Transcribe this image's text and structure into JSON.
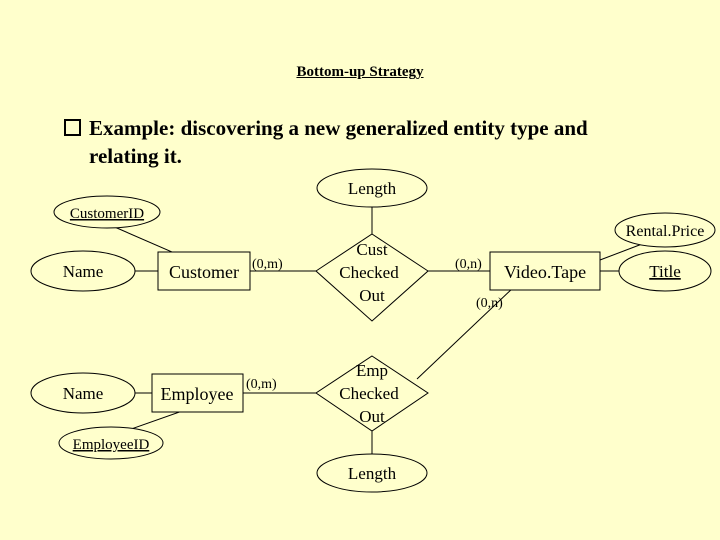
{
  "slide": {
    "title": "Bottom-up Strategy",
    "bullet_line1": "Example: discovering a new generalized entity type and",
    "bullet_line2": "relating it."
  },
  "diagram": {
    "entities": {
      "customer": "Customer",
      "employee": "Employee",
      "videotape": "Video.Tape"
    },
    "relationships": {
      "cust_checked_out": [
        "Cust",
        "Checked",
        "Out"
      ],
      "emp_checked_out": [
        "Emp",
        "Checked",
        "Out"
      ]
    },
    "attributes": {
      "customer_id": "CustomerID",
      "customer_name": "Name",
      "employee_name": "Name",
      "employee_id": "EmployeeID",
      "length_top": "Length",
      "length_bottom": "Length",
      "rental_price": "Rental.Price",
      "title": "Title"
    },
    "cardinalities": {
      "customer_rel": "(0,m)",
      "employee_rel": "(0,m)",
      "video_rel_top": "(0,n)",
      "video_rel_bottom": "(0,n)"
    }
  }
}
